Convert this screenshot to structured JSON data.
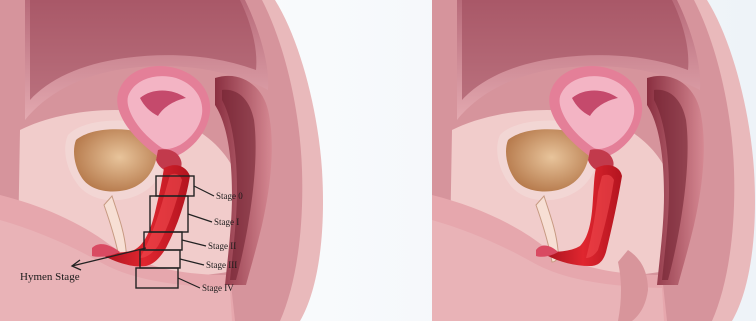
{
  "diagram": {
    "left_panel": {
      "stage_labels": [
        "Stage 0",
        "Stage I",
        "Stage II",
        "Stage III",
        "Stage IV"
      ],
      "hymen_label": "Hymen Stage"
    },
    "right_panel": {}
  },
  "colors": {
    "background": "#f7f9fb",
    "body_outer": "#ecc3c3",
    "body_mid": "#d99aa0",
    "body_dark": "#7a2a38",
    "uterus_pink": "#e47f98",
    "uterus_light": "#f4b9c8",
    "vaginal_canal": "#d91f2b",
    "bladder": "#c98a55",
    "bladder_light": "#e7c29a",
    "stage_box": "#222222"
  }
}
